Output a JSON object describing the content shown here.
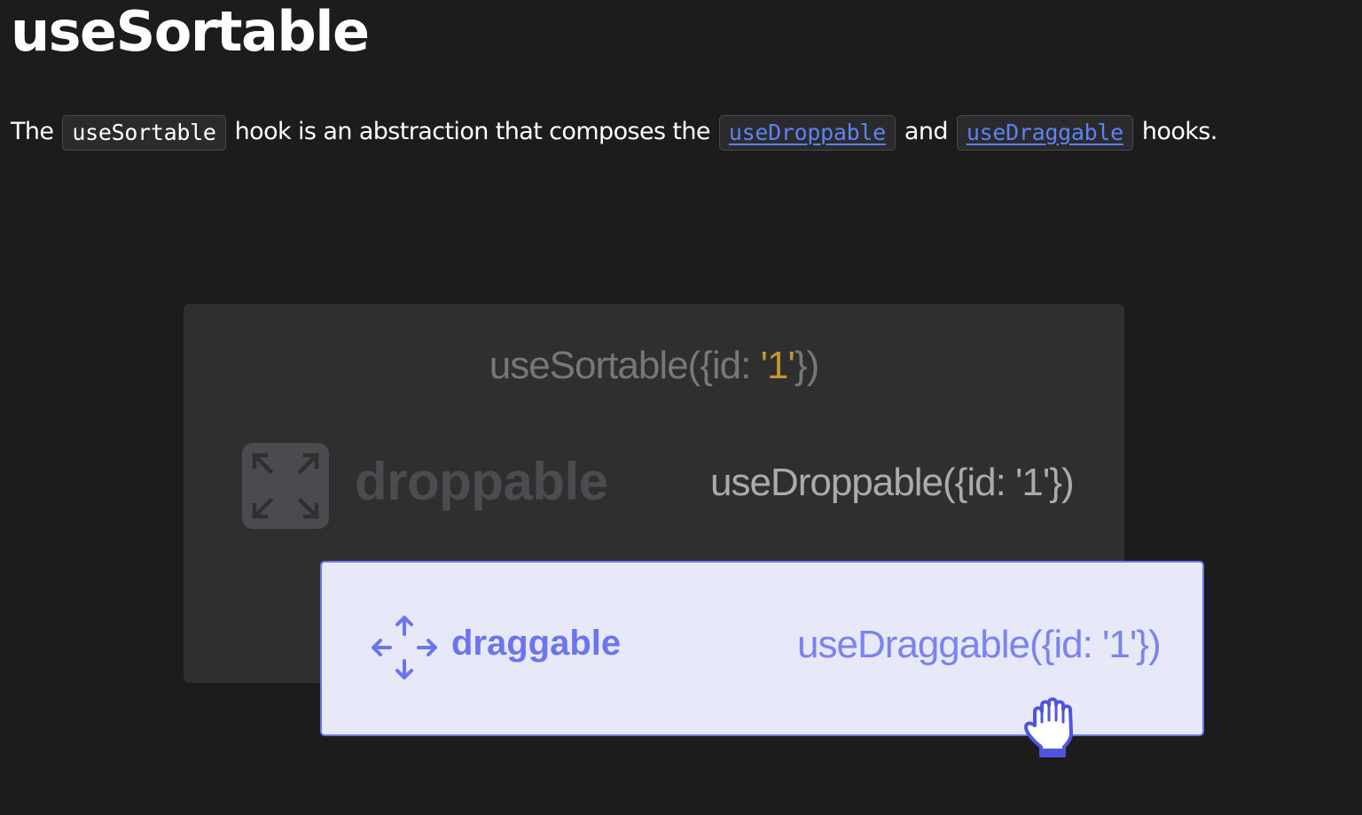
{
  "heading": {
    "title": "useSortable"
  },
  "intro": {
    "text_1": "The",
    "code_sortable": "useSortable",
    "text_2": "hook is an abstraction that composes the",
    "link_droppable": "useDroppable",
    "text_3": "and",
    "link_draggable": "useDraggable",
    "text_4": "hooks."
  },
  "illustration": {
    "sortable_call_prefix": "useSortable({id: ",
    "sortable_call_id": "'1'",
    "sortable_call_suffix": "})",
    "droppable_icon": "collapse-arrows-icon",
    "droppable_label": "droppable",
    "droppable_call": "useDroppable({id: '1'})",
    "draggable_icon": "move-arrows-icon",
    "draggable_label": "draggable",
    "draggable_call": "useDraggable({id: '1'})",
    "cursor_icon": "grab-hand-icon"
  },
  "colors": {
    "background": "#1c1c1d",
    "link": "#5e82f5",
    "accent_id": "#c6932e",
    "sortable_box": "#2f2f30",
    "draggable_card": "#e7e9f8",
    "draggable_accent": "#6c74ee"
  }
}
